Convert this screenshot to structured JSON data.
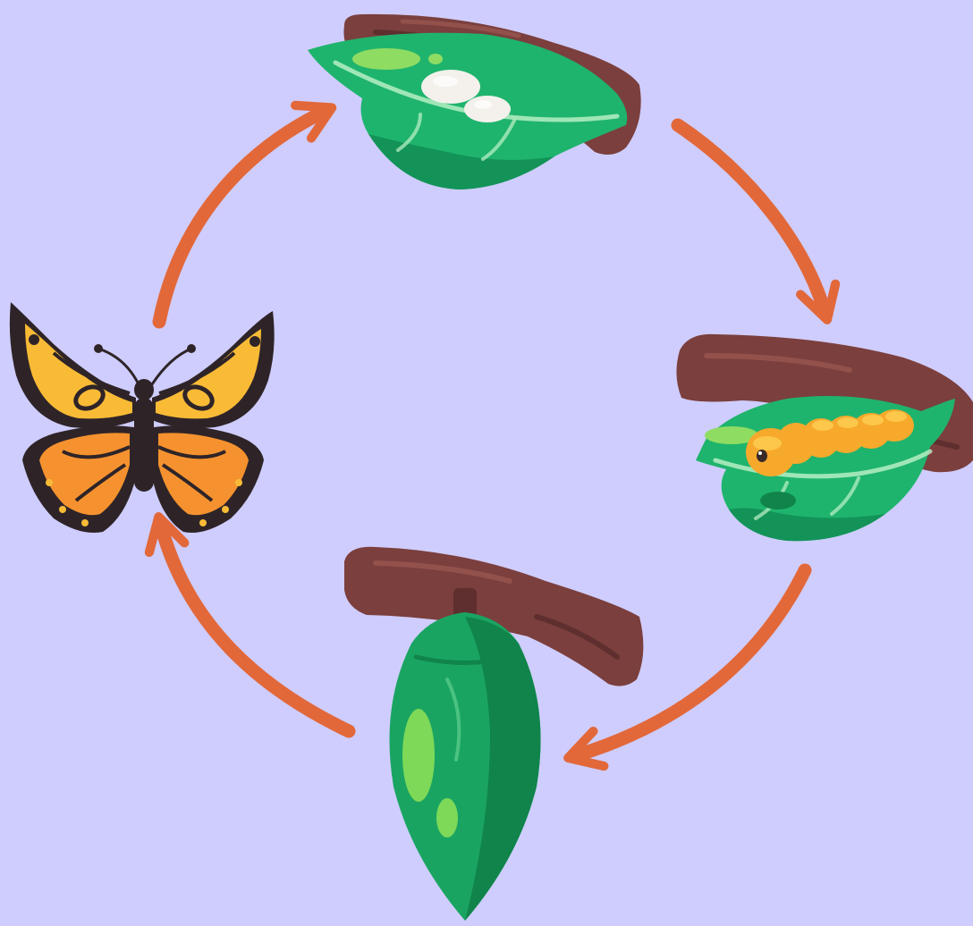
{
  "diagram": {
    "type": "cycle",
    "stages": [
      {
        "id": "egg",
        "icon": "eggs-on-leaf-icon"
      },
      {
        "id": "larva",
        "icon": "caterpillar-on-leaf-icon"
      },
      {
        "id": "pupa",
        "icon": "chrysalis-icon"
      },
      {
        "id": "adult",
        "icon": "butterfly-icon"
      }
    ],
    "flow": [
      {
        "from": "egg",
        "to": "larva"
      },
      {
        "from": "larva",
        "to": "pupa"
      },
      {
        "from": "pupa",
        "to": "adult"
      },
      {
        "from": "adult",
        "to": "egg"
      }
    ]
  },
  "colors": {
    "background": "#cfcdfd",
    "arrow": "#e2683a",
    "branch": "#7b3f3d",
    "branch_dark": "#5e2f2e",
    "branch_light": "#93514c",
    "leaf": "#1fb46d",
    "leaf_dark": "#139358",
    "leaf_light": "#8fdc63",
    "egg": "#f4f1ec",
    "caterpillar": "#f7a92c",
    "caterpillar_light": "#fcc74a",
    "wing_orange": "#f5922f",
    "wing_yellow": "#f9bb36",
    "wing_dark": "#2e2428",
    "cocoon": "#1aa462",
    "cocoon_dark": "#10844b",
    "cocoon_light": "#7dd957"
  }
}
